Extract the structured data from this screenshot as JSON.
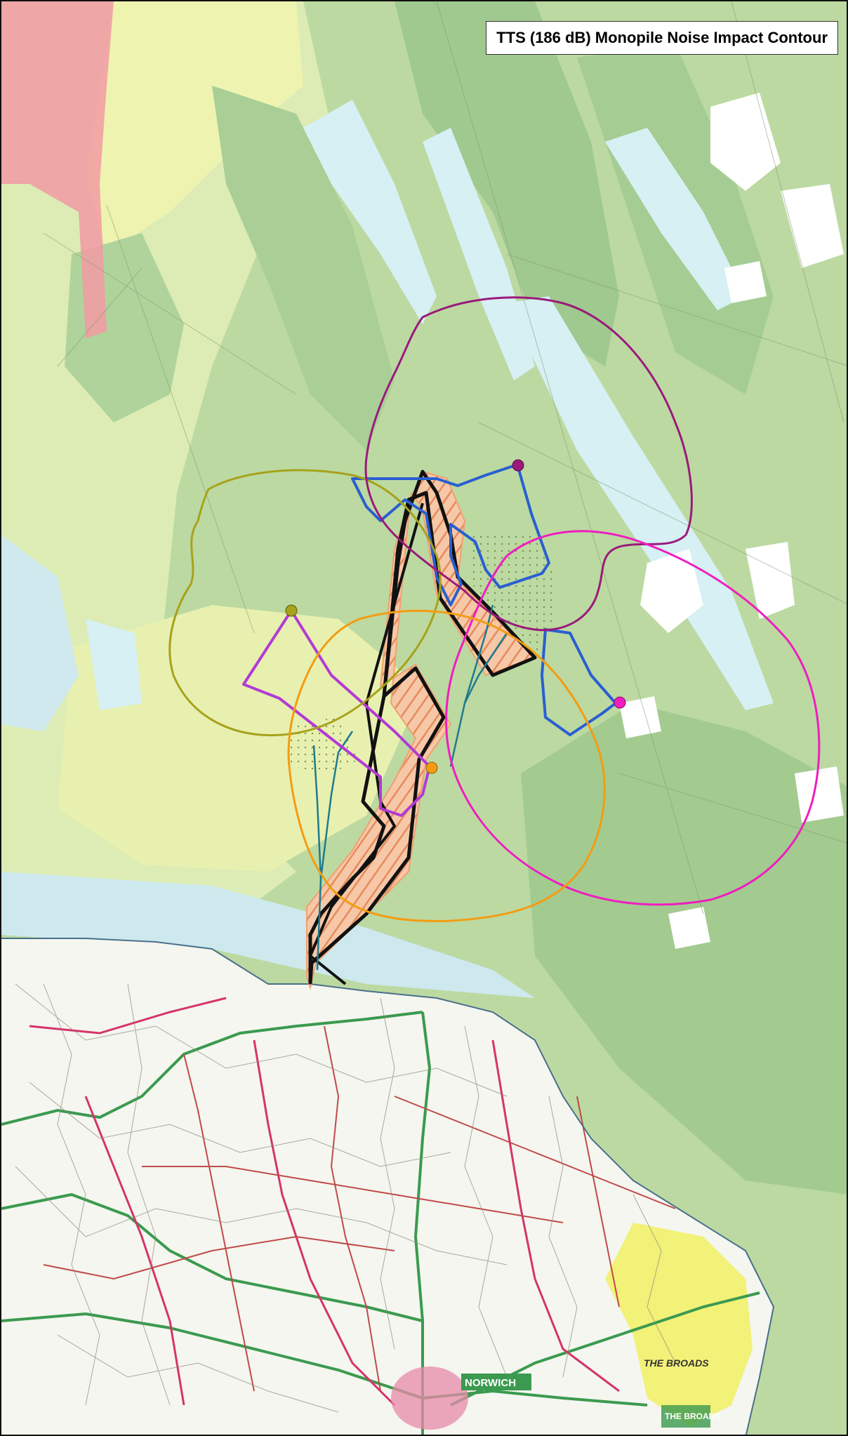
{
  "map": {
    "title": "TTS (186 dB) Monopile Noise Impact Contour",
    "labels": {
      "norwich": "NORWICH",
      "the_broads_1": "THE BROADS",
      "the_broads_2": "THE BROADS"
    },
    "colors": {
      "sea_deep": "#9fc98f",
      "sea_mid": "#bcd9a2",
      "sea_light": "#dcecb4",
      "sea_yellow": "#eef3b0",
      "shallow_cyan": "#d6f0f4",
      "land": "#f4f6ef",
      "red_zone": "#f29aa3",
      "contour_olive": "#a7a21a",
      "contour_purple": "#9a1a7a",
      "contour_magenta": "#ef1ebf",
      "contour_orange": "#f39c12",
      "boundary_blue": "#2a5fd0",
      "boundary_violet": "#b23bd4",
      "cable_black": "#111111",
      "cable_fill": "#f2a982",
      "roads_green": "#3b9a4f",
      "roads_red": "#d6336c",
      "broads_yellow": "#f1f05a"
    }
  }
}
